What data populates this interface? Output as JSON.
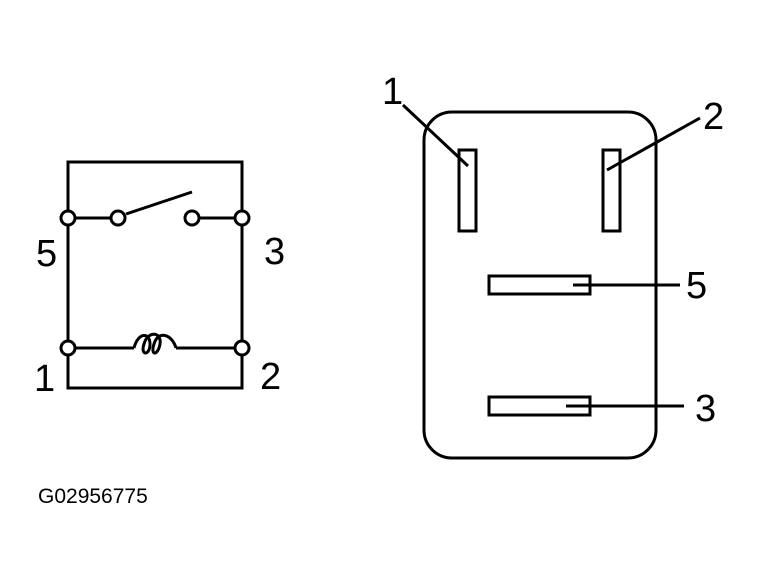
{
  "schematic": {
    "terminals": {
      "top_left": "5",
      "top_right": "3",
      "bottom_left": "1",
      "bottom_right": "2"
    }
  },
  "connector": {
    "pins": {
      "pin_1": "1",
      "pin_2": "2",
      "pin_5": "5",
      "pin_3": "3"
    }
  },
  "figure_code": "G02956775",
  "colors": {
    "ink": "#000000",
    "background": "#ffffff"
  }
}
